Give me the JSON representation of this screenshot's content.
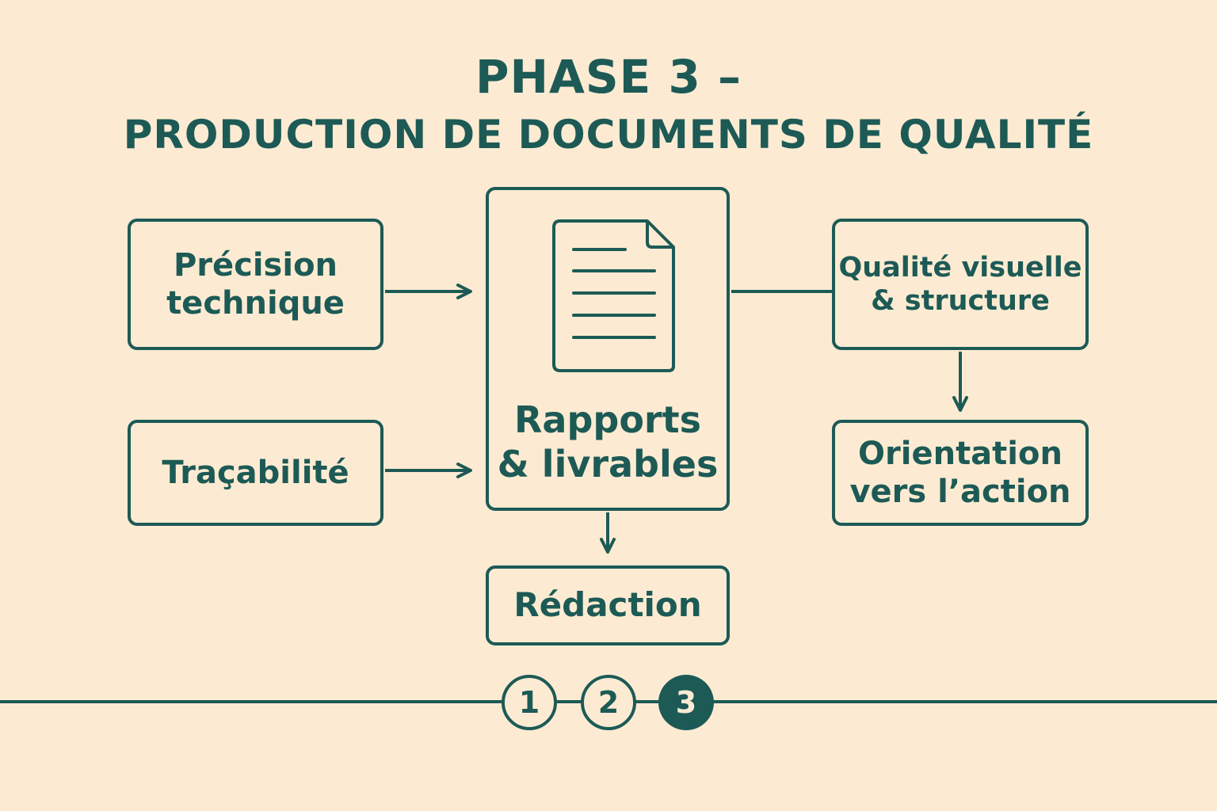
{
  "title": {
    "line1": "PHASE 3 –",
    "line2": "PRODUCTION DE DOCUMENTS DE QUALITÉ"
  },
  "nodes": {
    "precision": "Précision\ntechnique",
    "tracabilite": "Traçabilité",
    "central": "Rapports\n& livrables",
    "qualite": "Qualité visuelle\n& structure",
    "orientation": "Orientation\nvers l’action",
    "redaction": "Rédaction"
  },
  "steps": [
    "1",
    "2",
    "3"
  ],
  "current_step": 3,
  "colors": {
    "background": "#fcebd2",
    "primary": "#1d5a56"
  },
  "icons": {
    "central": "document-icon"
  }
}
